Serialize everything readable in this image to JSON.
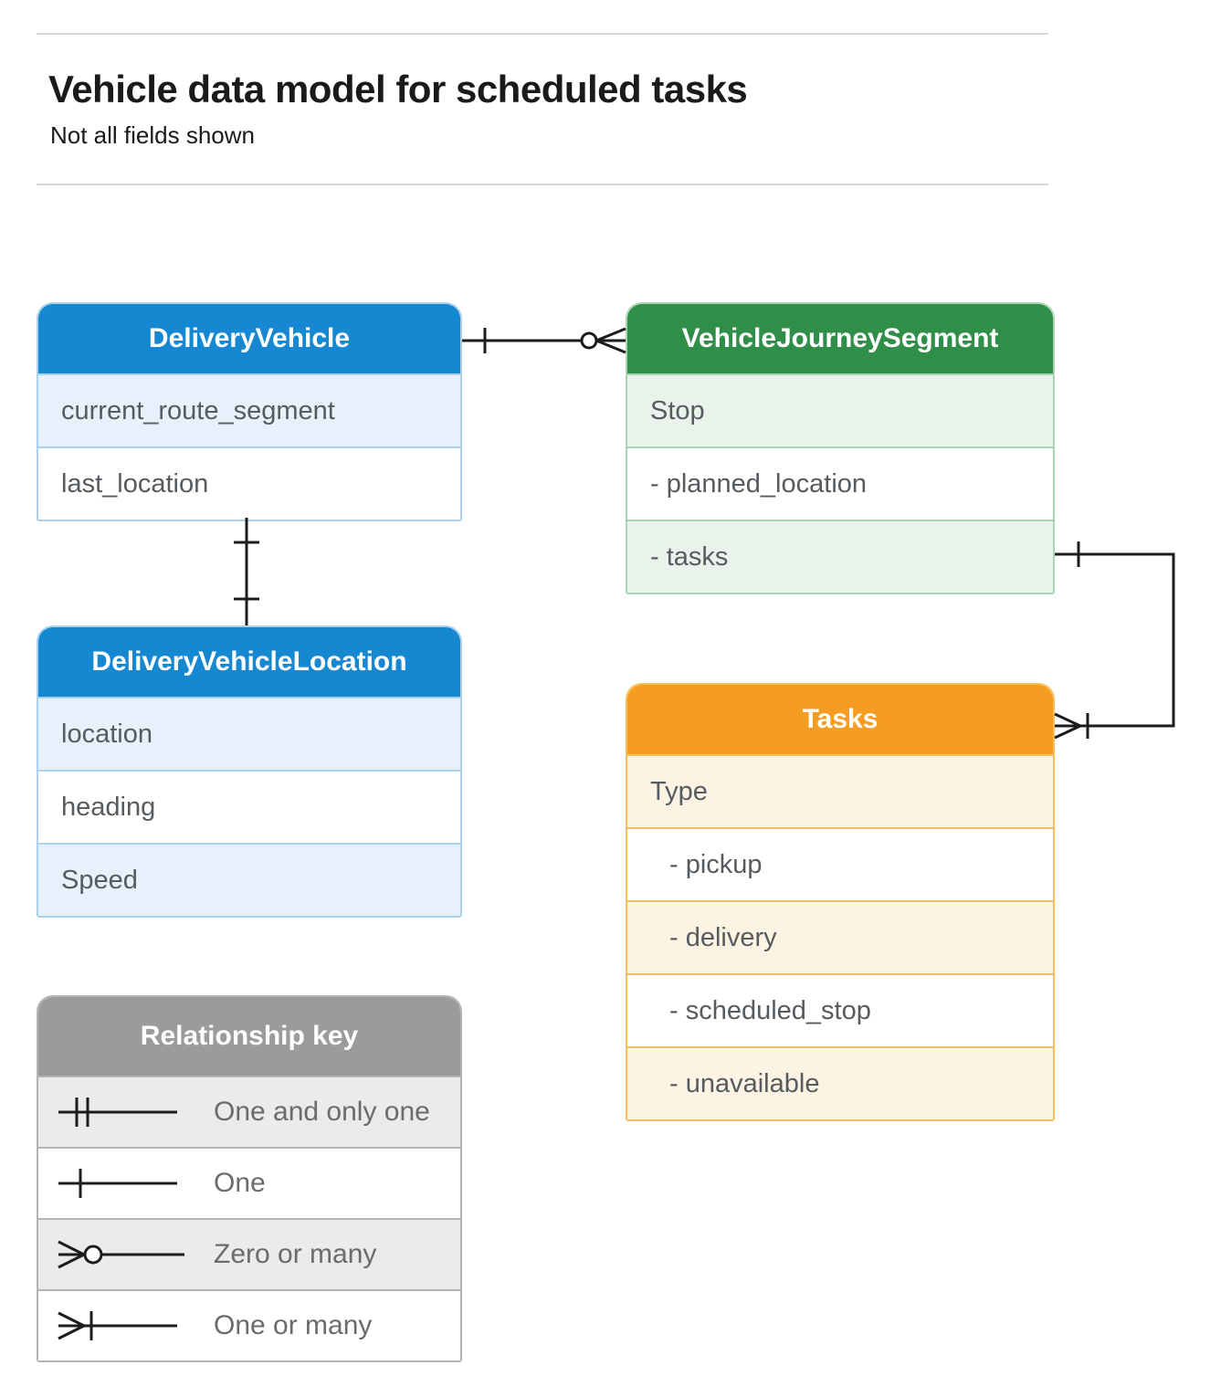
{
  "page": {
    "title": "Vehicle data model for scheduled tasks",
    "subtitle": "Not all fields shown"
  },
  "entities": [
    {
      "id": "delivery-vehicle",
      "title": "DeliveryVehicle",
      "theme_color": "#1588d1",
      "rows": [
        "current_route_segment",
        "last_location"
      ]
    },
    {
      "id": "vehicle-journey-segment",
      "title": "VehicleJourneySegment",
      "theme_color": "#2f8e48",
      "rows": [
        "Stop",
        "- planned_location",
        "- tasks"
      ]
    },
    {
      "id": "delivery-vehicle-location",
      "title": "DeliveryVehicleLocation",
      "theme_color": "#1588d1",
      "rows": [
        "location",
        "heading",
        "Speed"
      ]
    },
    {
      "id": "tasks",
      "title": "Tasks",
      "theme_color": "#f59d20",
      "rows": [
        "Type",
        "- pickup",
        "- delivery",
        "- scheduled_stop",
        "- unavailable"
      ]
    }
  ],
  "legend": {
    "title": "Relationship key",
    "items": [
      {
        "symbol": "one-and-only-one",
        "label": "One and only one"
      },
      {
        "symbol": "one",
        "label": "One"
      },
      {
        "symbol": "zero-or-many",
        "label": "Zero or many"
      },
      {
        "symbol": "one-or-many",
        "label": "One or many"
      }
    ]
  },
  "relationships": [
    {
      "from": "DeliveryVehicle",
      "from_cardinality": "one",
      "to": "VehicleJourneySegment",
      "to_cardinality": "zero-or-many"
    },
    {
      "from": "DeliveryVehicle",
      "from_cardinality": "one",
      "to": "DeliveryVehicleLocation",
      "to_cardinality": "one"
    },
    {
      "from": "VehicleJourneySegment.tasks",
      "from_cardinality": "one",
      "to": "Tasks",
      "to_cardinality": "one-or-many"
    }
  ],
  "colors": {
    "blue_header": "#1588d1",
    "blue_tint": "#e7f1fb",
    "green_header": "#2f8e48",
    "green_tint": "#e9f3ec",
    "orange_header": "#f59d20",
    "orange_tint": "#fdf3e3",
    "gray_header": "#9b9b9b",
    "gray_tint": "#ebebeb",
    "row_text": "#565b60",
    "connector": "#1c1c1c"
  }
}
